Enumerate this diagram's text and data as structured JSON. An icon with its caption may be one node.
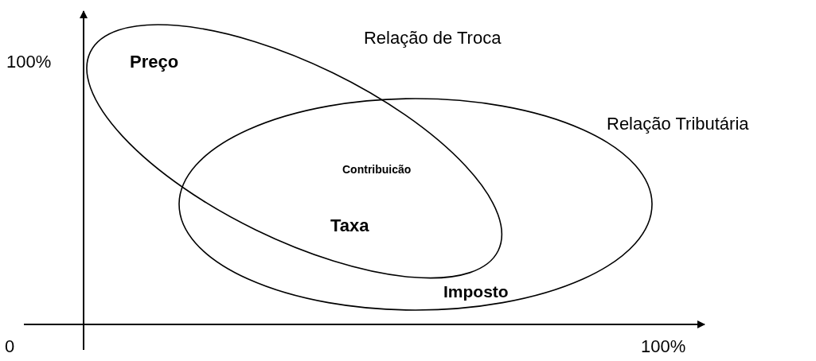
{
  "diagram": {
    "nodes": [
      {
        "text": [
          "Relação de Troca"
        ]
      },
      {
        "text": [
          "Relação Tributária"
        ]
      }
    ],
    "labels": [
      "100%",
      "Preço",
      "Contribuicão",
      "Taxa",
      "Imposto",
      "0",
      "100%"
    ]
  }
}
